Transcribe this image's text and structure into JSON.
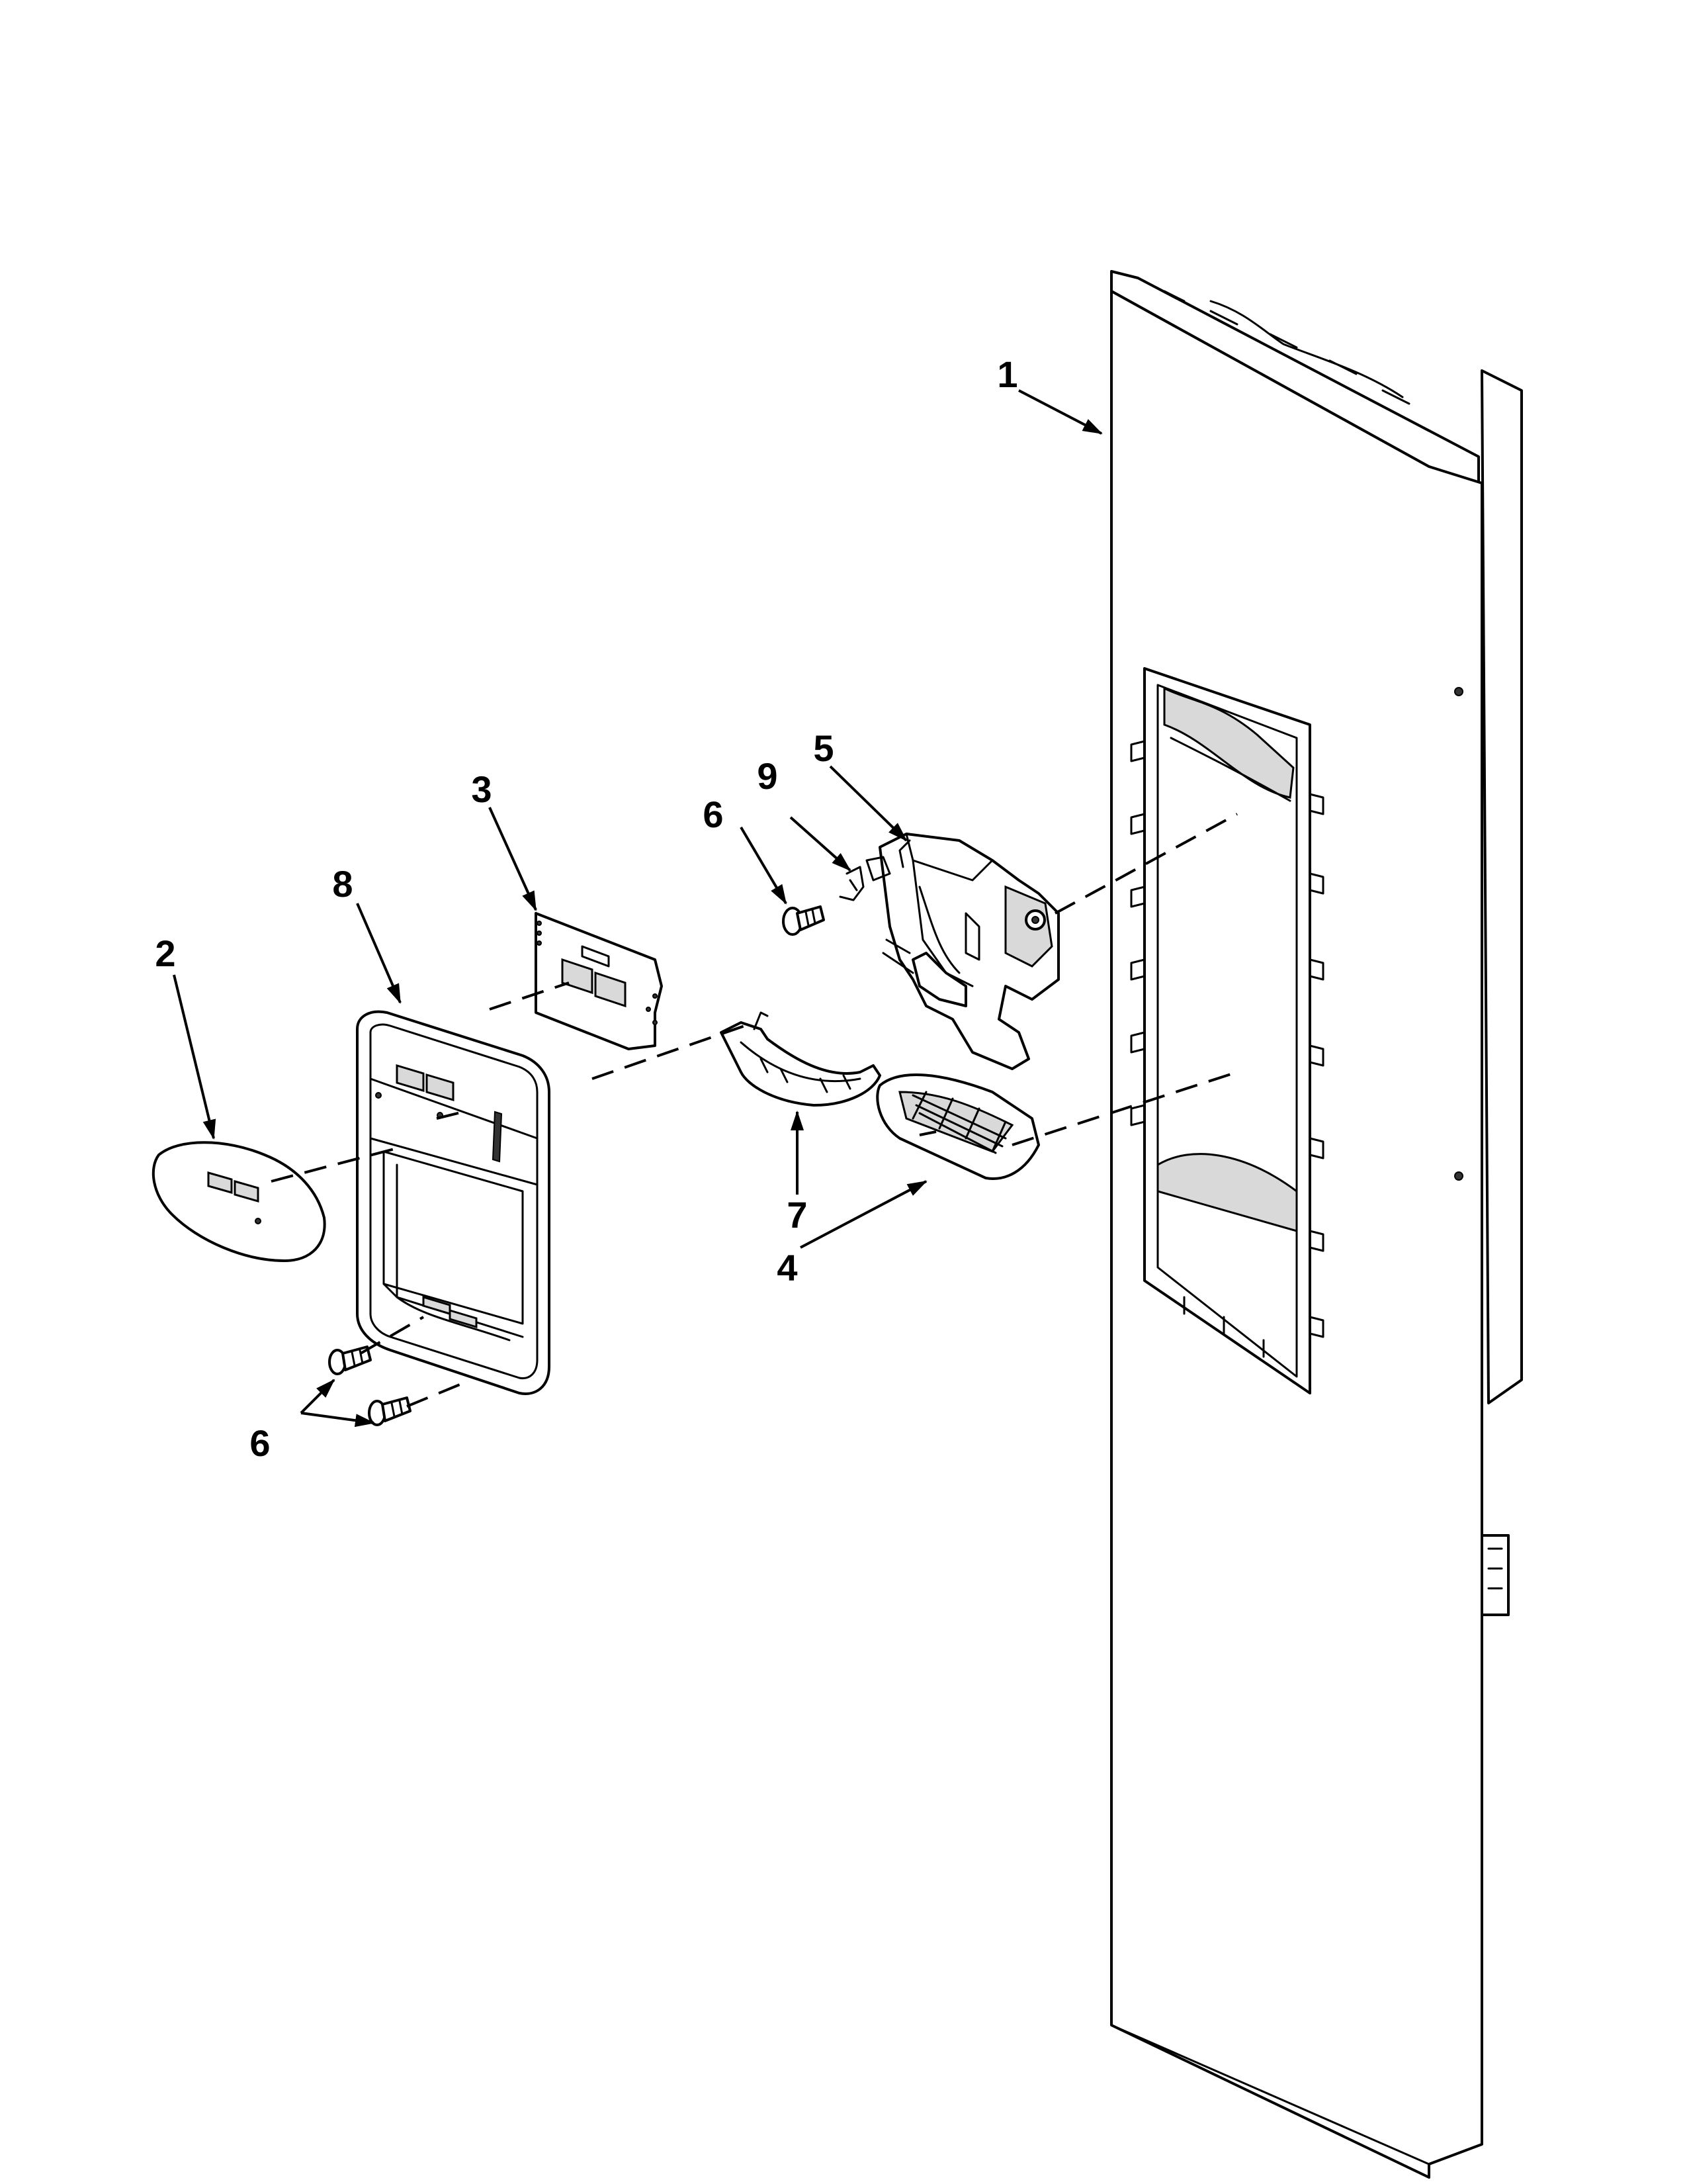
{
  "callouts": {
    "door_panel": "1",
    "escutcheon_overlay": "2",
    "control_board": "3",
    "drip_tray": "4",
    "actuator_assembly": "5",
    "screw": "6",
    "paddle": "7",
    "dispenser_housing": "8",
    "switch_spring": "9"
  }
}
